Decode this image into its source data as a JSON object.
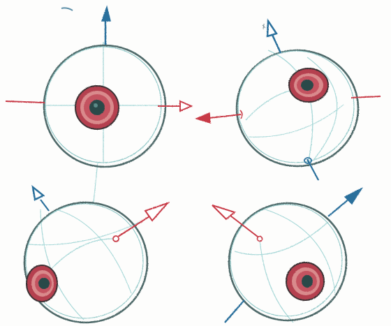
{
  "title": "",
  "colors": {
    "paper": "#fdfdfc",
    "outline": "#4f6a6a",
    "construction": "#a8d8d8",
    "red_axis": "#c83a46",
    "blue_axis": "#2c6f9c",
    "iris_outer": "#b5404f",
    "iris_inner": "#d98a8c",
    "pupil": "#2a4a48"
  },
  "eyeballs": [
    {
      "id": "front-view",
      "label": ""
    },
    {
      "id": "upper-right-view",
      "label": ""
    },
    {
      "id": "lower-left-view",
      "label": ""
    },
    {
      "id": "lower-right-view",
      "label": ""
    }
  ]
}
